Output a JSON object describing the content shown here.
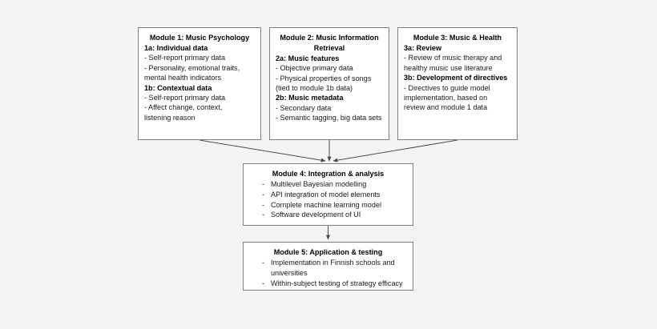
{
  "diagram": {
    "title": "Research project module flow diagram",
    "background_color": "#f4f4f4",
    "box_fill": "#ffffff",
    "box_border_color": "#808080",
    "connector_color": "#4d4d4d",
    "modules": {
      "module1": {
        "title": "Module 1: Music Psychology",
        "sections": [
          {
            "heading": "1a: Individual data",
            "lines": [
              "- Self-report primary data",
              "- Personality, emotional traits,",
              "mental health indicators"
            ]
          },
          {
            "heading": "1b: Contextual data",
            "lines": [
              "- Self-report primary data",
              "- Affect change, context,",
              "listening reason"
            ]
          }
        ]
      },
      "module2": {
        "title_line1": "Module 2: Music Information",
        "title_line2": "Retrieval",
        "sections": [
          {
            "heading": "2a: Music features",
            "lines": [
              "- Objective primary data",
              "- Physical properties of songs",
              "(tied to module 1b data)"
            ]
          },
          {
            "heading": "2b: Music metadata",
            "lines": [
              "- Secondary data",
              "- Semantic tagging, big data sets"
            ]
          }
        ]
      },
      "module3": {
        "title": "Module 3: Music & Health",
        "sections": [
          {
            "heading": "3a: Review",
            "lines": [
              "- Review of music therapy and",
              "healthy music use literature"
            ]
          },
          {
            "heading": "3b: Development of directives",
            "lines": [
              "- Directives to guide model",
              "implementation, based on",
              "review and module 1 data"
            ]
          }
        ]
      },
      "module4": {
        "title": "Module 4: Integration & analysis",
        "bullet_mark": "-",
        "bullets": [
          "Multilevel Bayesian modelling",
          "API integration of model elements",
          "Complete machine learning model",
          "Software development of UI"
        ]
      },
      "module5": {
        "title": "Module 5: Application & testing",
        "bullet_mark": "-",
        "bullets": [
          "Implementation in Finnish schools and universities",
          "Within-subject testing of strategy efficacy"
        ]
      }
    },
    "connectors": [
      {
        "name": "module1-to-module4",
        "from": "Module 1",
        "to": "Module 4",
        "style": "diagonal-arrow"
      },
      {
        "name": "module2-to-module4",
        "from": "Module 2",
        "to": "Module 4",
        "style": "vertical-arrow"
      },
      {
        "name": "module3-to-module4",
        "from": "Module 3",
        "to": "Module 4",
        "style": "diagonal-arrow"
      },
      {
        "name": "module4-to-module5",
        "from": "Module 4",
        "to": "Module 5",
        "style": "vertical-arrow"
      }
    ]
  }
}
